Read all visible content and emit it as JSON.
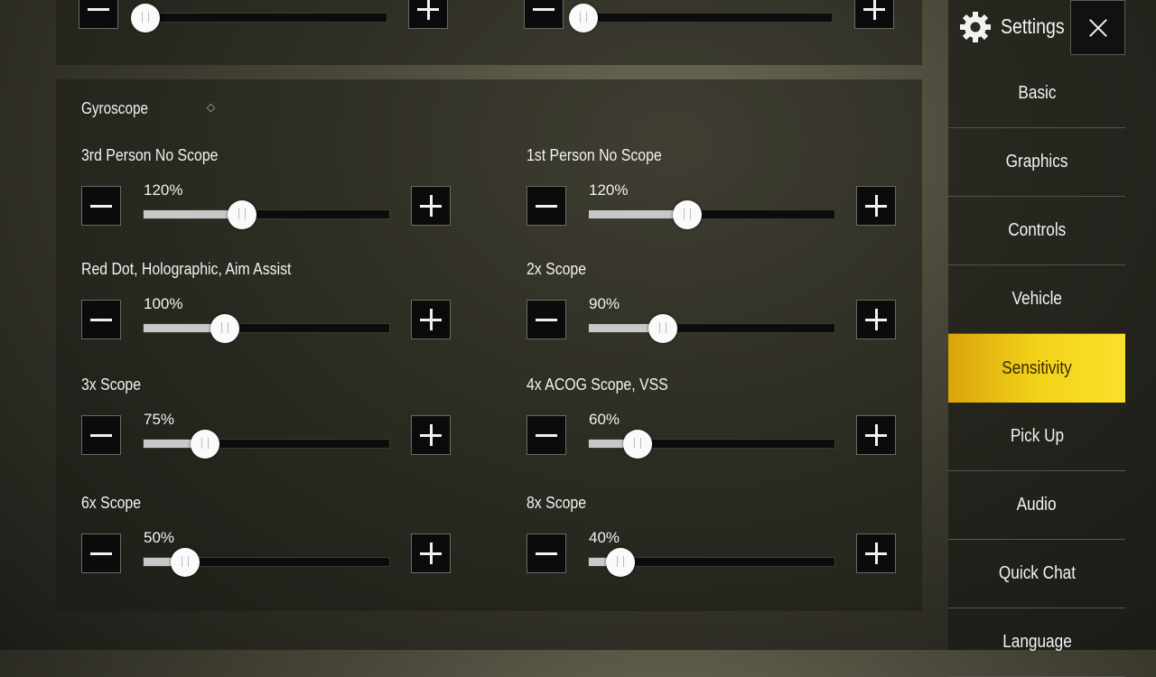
{
  "top_row": {
    "left": {
      "percent": 0.03
    },
    "right": {
      "percent": 0.01
    }
  },
  "gyroscope": {
    "title": "Gyroscope",
    "sliders": [
      {
        "label": "3rd Person No Scope",
        "value_text": "120%",
        "fraction": 0.4
      },
      {
        "label": "1st Person No Scope",
        "value_text": "120%",
        "fraction": 0.4
      },
      {
        "label": "Red Dot, Holographic, Aim Assist",
        "value_text": "100%",
        "fraction": 0.33
      },
      {
        "label": "2x Scope",
        "value_text": "90%",
        "fraction": 0.3
      },
      {
        "label": "3x Scope",
        "value_text": "75%",
        "fraction": 0.25
      },
      {
        "label": "4x ACOG Scope, VSS",
        "value_text": "60%",
        "fraction": 0.2
      },
      {
        "label": "6x Scope",
        "value_text": "50%",
        "fraction": 0.17
      },
      {
        "label": "8x Scope",
        "value_text": "40%",
        "fraction": 0.13
      }
    ]
  },
  "sidebar": {
    "title": "Settings",
    "items": [
      {
        "label": "Basic",
        "active": false
      },
      {
        "label": "Graphics",
        "active": false
      },
      {
        "label": "Controls",
        "active": false
      },
      {
        "label": "Vehicle",
        "active": false
      },
      {
        "label": "Sensitivity",
        "active": true
      },
      {
        "label": "Pick Up",
        "active": false
      },
      {
        "label": "Audio",
        "active": false
      },
      {
        "label": "Quick Chat",
        "active": false
      },
      {
        "label": "Language",
        "active": false
      }
    ],
    "accent_color": "#f3d21a"
  }
}
